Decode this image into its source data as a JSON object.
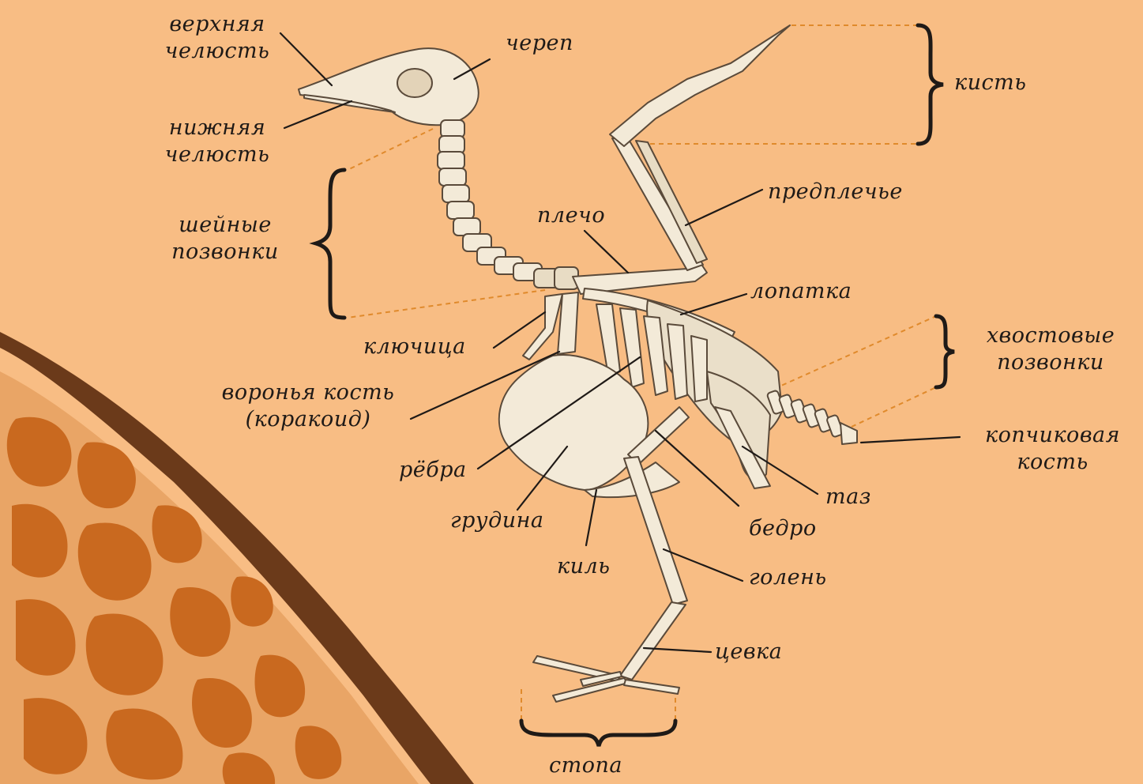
{
  "labels": {
    "upper_jaw": [
      "верхняя",
      "челюсть"
    ],
    "skull": "череп",
    "lower_jaw": [
      "нижняя",
      "челюсть"
    ],
    "neck_vertebrae": [
      "шейные",
      "позвонки"
    ],
    "hand": "кисть",
    "forearm": "предплечье",
    "shoulder": "плечо",
    "scapula": "лопатка",
    "tail_vertebrae": [
      "хвостовые",
      "позвонки"
    ],
    "clavicle": "ключица",
    "coracoid": [
      "воронья кость",
      "(коракоид)"
    ],
    "pygostyle": [
      "копчиковая",
      "кость"
    ],
    "ribs": "рёбра",
    "pelvis": "таз",
    "sternum": "грудина",
    "femur": "бедро",
    "keel": "киль",
    "shin": "голень",
    "tarsus": "цевка",
    "foot": "стопа"
  },
  "colors": {
    "background": "#f8bd84",
    "bone": "#f3ead8",
    "bone_outline": "#5a4a3a",
    "leader": "#1f1a17",
    "dashed": "#e08a2c",
    "giraffe_light": "#e9a566",
    "giraffe_spot": "#c9691f",
    "giraffe_mane": "#6b3a1a"
  }
}
